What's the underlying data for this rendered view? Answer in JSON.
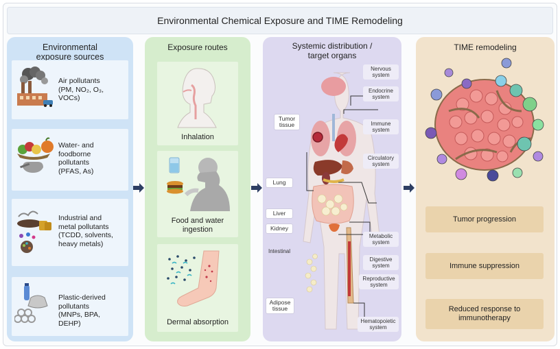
{
  "title": "Environmental Chemical Exposure and TIME Remodeling",
  "colors": {
    "sources_bg": "#cfe3f6",
    "routes_bg": "#d6edcd",
    "organs_bg": "#ddd9f0",
    "time_bg": "#f2e3cc",
    "outcome_box": "#ead3ac",
    "arrow": "#2d3e63"
  },
  "sources": {
    "heading": "Environmental\nexposure sources",
    "items": [
      {
        "label": "Air pollutants\n(PM, NO₂, O₃,\nVOCs)",
        "icon": "factory-smoke-icon"
      },
      {
        "label": "Water- and\nfoodborne\npollutants\n(PFAS, As)",
        "icon": "food-water-icon"
      },
      {
        "label": "Industrial and\nmetal pollutants\n(TCDD, solvents,\nheavy metals)",
        "icon": "industrial-waste-icon"
      },
      {
        "label": "Plastic-derived\npollutants\n(MNPs, BPA,\nDEHP)",
        "icon": "plastic-waste-icon"
      }
    ]
  },
  "routes": {
    "heading": "Exposure routes",
    "items": [
      {
        "label": "Inhalation",
        "icon": "respiratory-head-icon"
      },
      {
        "label": "Food and water\ningestion",
        "icon": "eating-drinking-icon"
      },
      {
        "label": "Dermal absorption",
        "icon": "skin-leg-icon"
      }
    ]
  },
  "organs": {
    "heading": "Systemic distribution /\ntarget organs",
    "left_labels": {
      "tumor": "Tumor\ntissue",
      "lung": "Lung",
      "liver": "Liver",
      "kidney": "Kidney",
      "intestinal": "Intestinal",
      "adipose": "Adipose\ntissue"
    },
    "right_labels": {
      "nervous": "Nervous\nsystem",
      "endocrine": "Endocrine\nsystem",
      "immune": "Immune\nsystem",
      "circulatory": "Circulatory\nsystem",
      "metabolic": "Metabolic\nsystem",
      "digestive": "Digestive\nsystem",
      "reproductive": "Reproductive\nsystem",
      "hematopoietic": "Hematopoietic\nsystem"
    }
  },
  "time": {
    "heading": "TIME remodeling",
    "outcomes": [
      "Tumor progression",
      "Immune suppression",
      "Reduced response to\nimmunotherapy"
    ]
  }
}
